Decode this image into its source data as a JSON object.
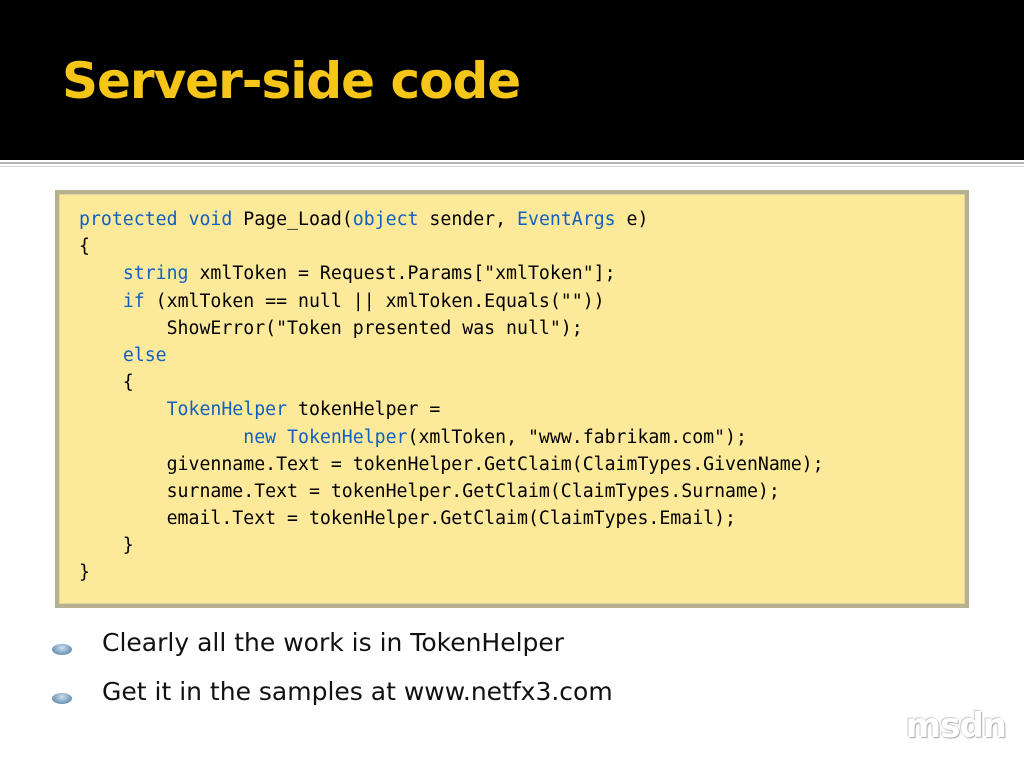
{
  "slide": {
    "title": "Server-side code",
    "code_lines": [
      [
        {
          "t": "protected",
          "kw": true
        },
        {
          "t": " "
        },
        {
          "t": "void",
          "kw": true
        },
        {
          "t": " Page_Load("
        },
        {
          "t": "object",
          "kw": true
        },
        {
          "t": " sender, "
        },
        {
          "t": "EventArgs",
          "kw": true
        },
        {
          "t": " e)"
        }
      ],
      [
        {
          "t": "{"
        }
      ],
      [
        {
          "t": "    "
        },
        {
          "t": "string",
          "kw": true
        },
        {
          "t": " xmlToken = Request.Params[\"xmlToken\"];"
        }
      ],
      [
        {
          "t": "    "
        },
        {
          "t": "if",
          "kw": true
        },
        {
          "t": " (xmlToken == null || xmlToken.Equals(\"\"))"
        }
      ],
      [
        {
          "t": "        ShowError(\"Token presented was null\");"
        }
      ],
      [
        {
          "t": "    "
        },
        {
          "t": "else",
          "kw": true
        }
      ],
      [
        {
          "t": "    {"
        }
      ],
      [
        {
          "t": "        "
        },
        {
          "t": "TokenHelper",
          "kw": true
        },
        {
          "t": " tokenHelper ="
        }
      ],
      [
        {
          "t": "               "
        },
        {
          "t": "new",
          "kw": true
        },
        {
          "t": " "
        },
        {
          "t": "TokenHelper",
          "kw": true
        },
        {
          "t": "(xmlToken, \"www.fabrikam.com\");"
        }
      ],
      [
        {
          "t": "        givenname.Text = tokenHelper.GetClaim(ClaimTypes.GivenName);"
        }
      ],
      [
        {
          "t": "        surname.Text = tokenHelper.GetClaim(ClaimTypes.Surname);"
        }
      ],
      [
        {
          "t": "        email.Text = tokenHelper.GetClaim(ClaimTypes.Email);"
        }
      ],
      [
        {
          "t": "    }"
        }
      ],
      [
        {
          "t": "}"
        }
      ]
    ],
    "bullets": [
      "Clearly all the work is in TokenHelper",
      "Get it in the samples at www.netfx3.com"
    ],
    "logo_text": "msdn"
  },
  "colors": {
    "title": "#f5c518",
    "title_background": "#000000",
    "code_background": "#fde99a",
    "keyword": "#1060c0"
  }
}
